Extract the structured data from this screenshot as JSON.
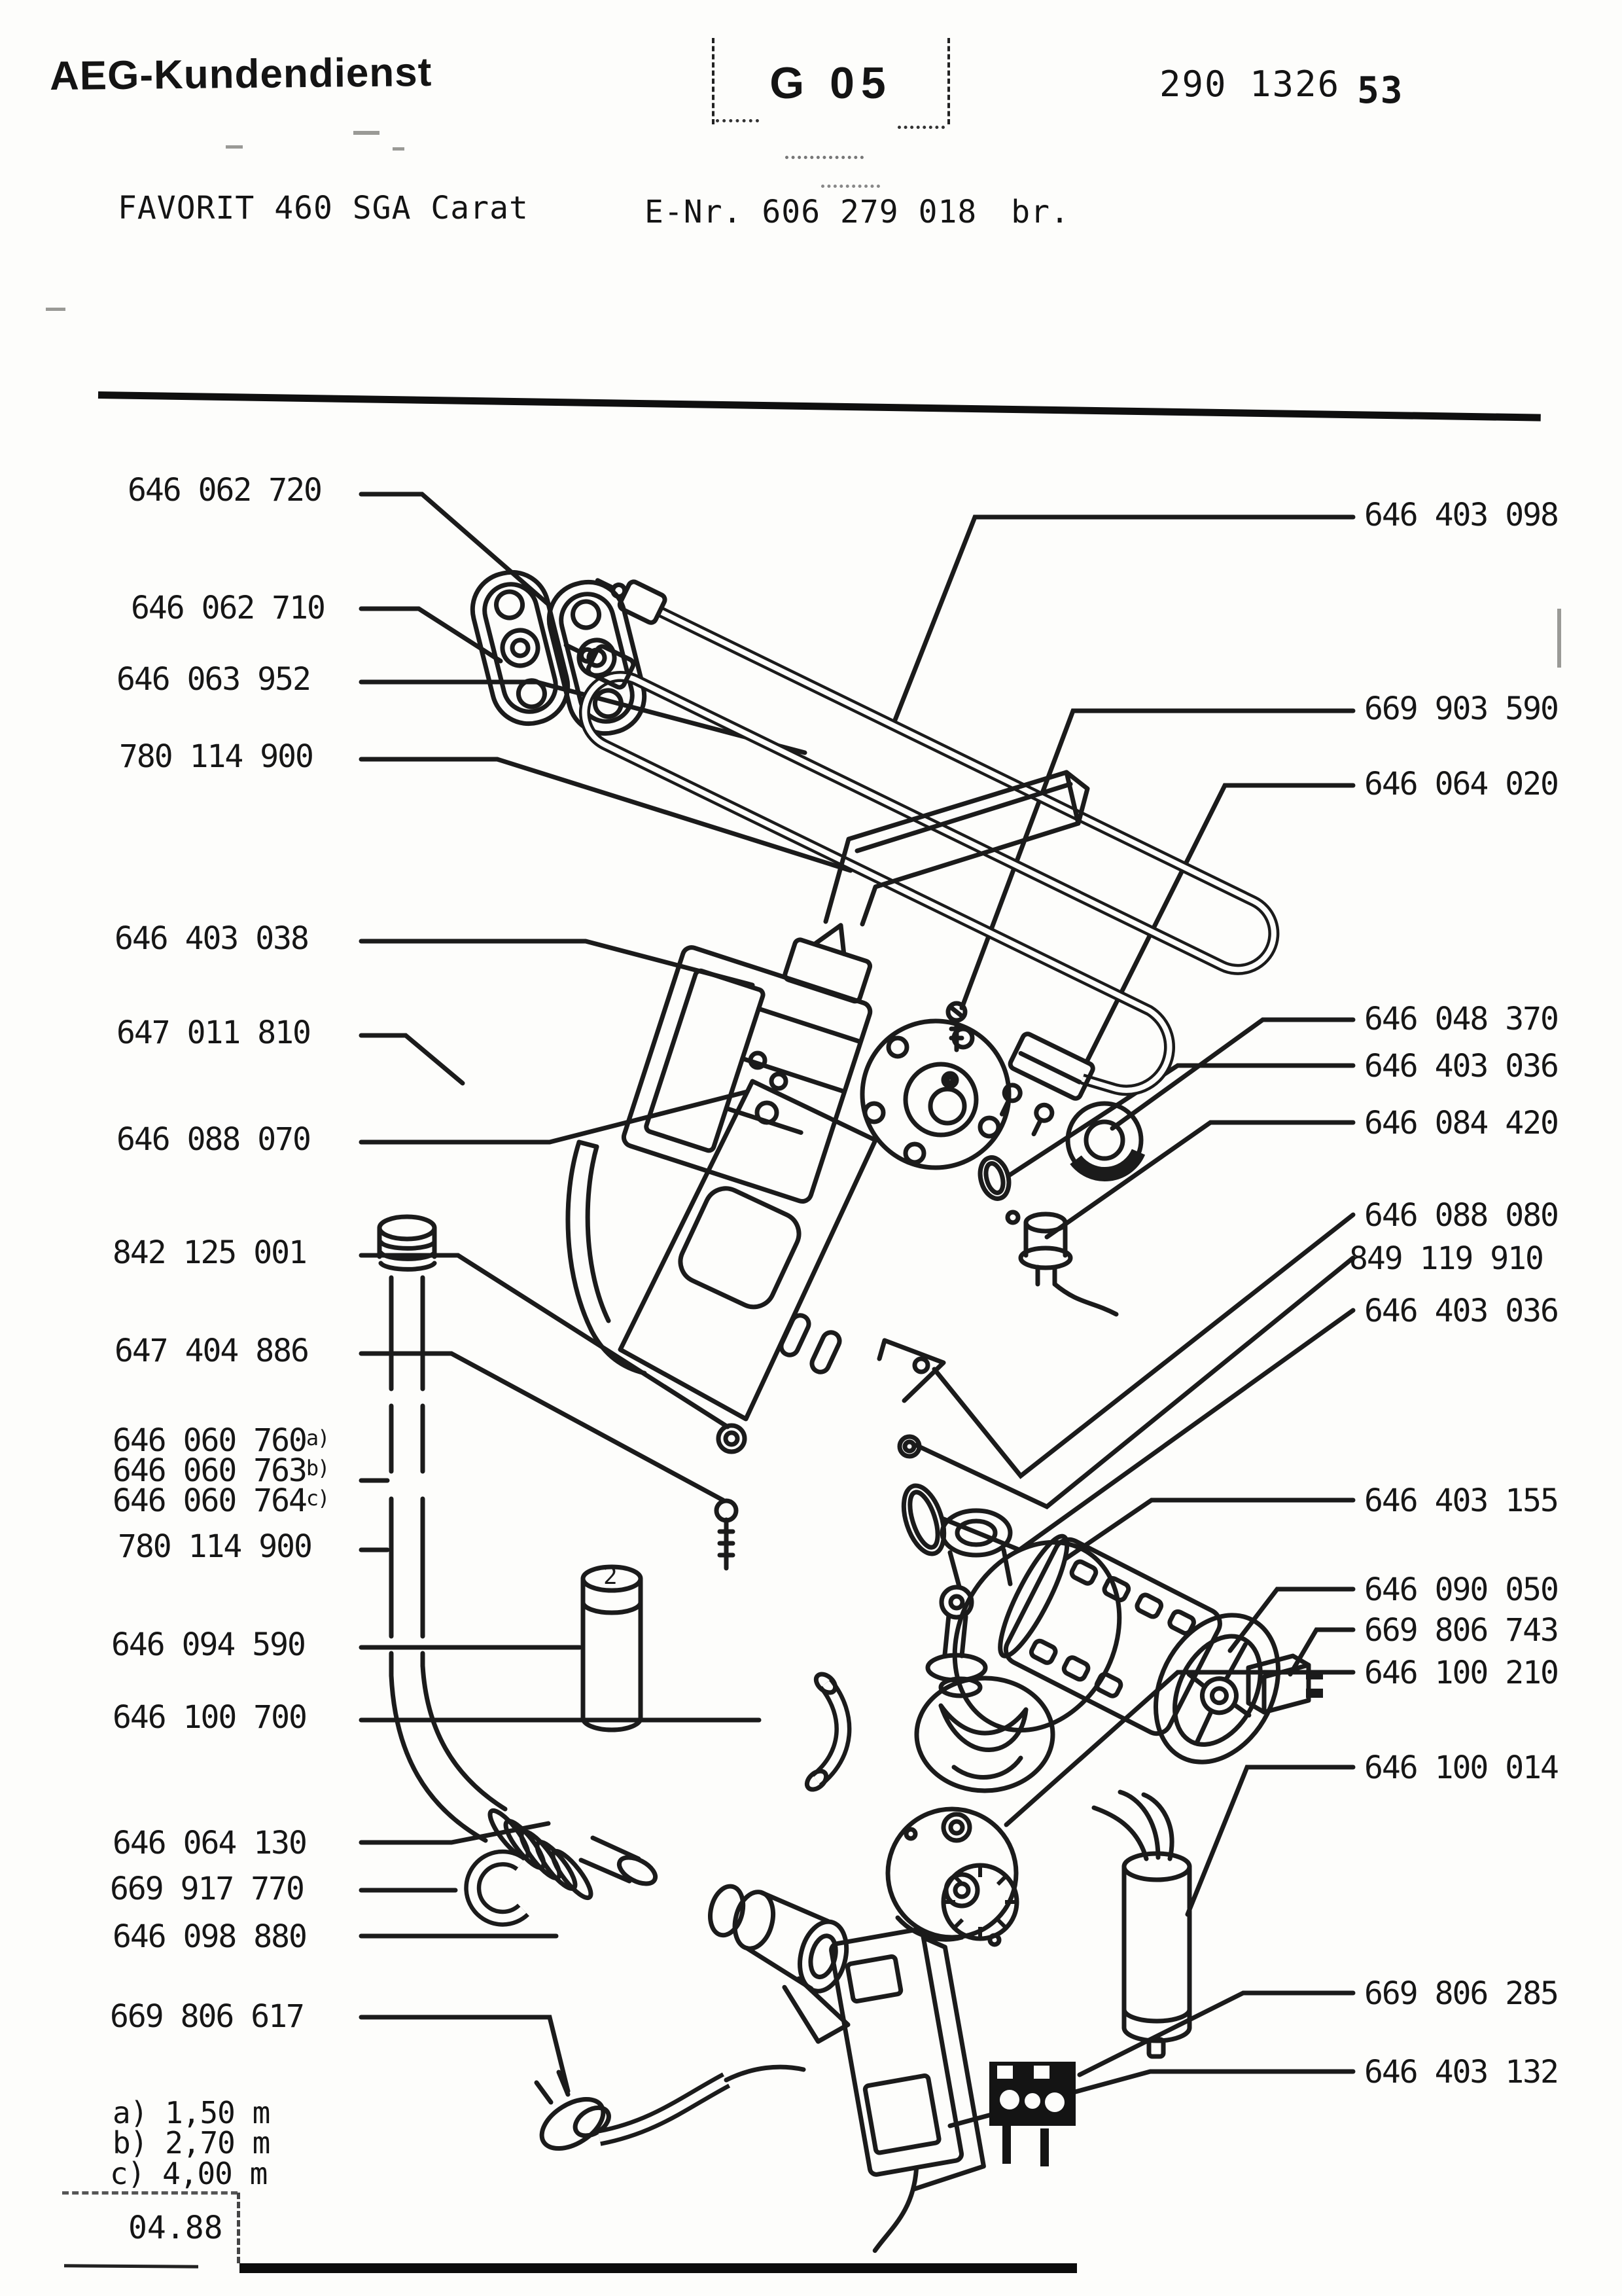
{
  "header": {
    "company": "AEG-Kundendienst",
    "section_code": "G 05",
    "doc_number": "290 1326",
    "doc_page": "53"
  },
  "subheader": {
    "model": "FAVORIT 460 SGA Carat",
    "e_nr": "E-Nr. 606 279 018",
    "suffix": "br."
  },
  "parts_left": [
    {
      "number": "646 062 720"
    },
    {
      "number": "646 062 710"
    },
    {
      "number": "646 063 952"
    },
    {
      "number": "780 114 900"
    },
    {
      "number": "646 403 038"
    },
    {
      "number": "647 011 810"
    },
    {
      "number": "646 088 070"
    },
    {
      "number": "842 125 001"
    },
    {
      "number": "647 404 886"
    },
    {
      "number": "646 060 760",
      "sup": "a)"
    },
    {
      "number": "646 060 763",
      "sup": "b)"
    },
    {
      "number": "646 060 764",
      "sup": "c)"
    },
    {
      "number": "780 114 900"
    },
    {
      "number": "646 094 590"
    },
    {
      "number": "646 100 700"
    },
    {
      "number": "646 064 130"
    },
    {
      "number": "669 917 770"
    },
    {
      "number": "646 098 880"
    },
    {
      "number": "669 806 617"
    }
  ],
  "parts_right": [
    {
      "number": "646 403 098"
    },
    {
      "number": "669 903 590"
    },
    {
      "number": "646 064 020"
    },
    {
      "number": "646 048 370"
    },
    {
      "number": "646 403 036"
    },
    {
      "number": "646 084 420"
    },
    {
      "number": "646 088 080"
    },
    {
      "number": "849 119 910"
    },
    {
      "number": "646 403 036"
    },
    {
      "number": "646 403 155"
    },
    {
      "number": "646 090 050"
    },
    {
      "number": "669 806 743"
    },
    {
      "number": "646 100 210"
    },
    {
      "number": "646 100 014"
    },
    {
      "number": "669 806 285"
    },
    {
      "number": "646 403 132"
    }
  ],
  "footnotes": [
    {
      "key": "a)",
      "value": "1,50 m"
    },
    {
      "key": "b)",
      "value": "2,70 m"
    },
    {
      "key": "c)",
      "value": "4,00 m"
    }
  ],
  "date_code": "04.88",
  "diagram": {
    "canister_mark": "2"
  }
}
